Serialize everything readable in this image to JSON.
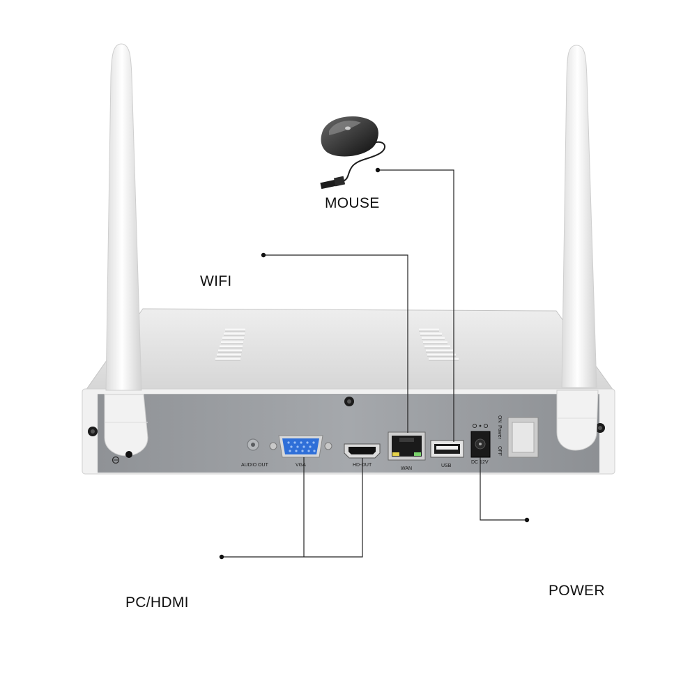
{
  "labels": {
    "mouse": "MOUSE",
    "wifi": "WIFI",
    "pc_hdmi": "PC/HDMI",
    "power": "POWER"
  },
  "ports": {
    "audio_out": "AUDIO OUT",
    "vga": "VGA",
    "hd_out": "HD-OUT",
    "wan": "WAN",
    "usb": "USB",
    "dc": "DC 12V",
    "switch_on": "ON",
    "switch_power": "Power",
    "switch_off": "OFF"
  },
  "icons": {
    "mouse": "computer-mouse-icon",
    "router": "wifi-router-icon",
    "monitor": "monitor-icon",
    "adapter": "power-adapter-icon"
  },
  "colors": {
    "chassis_top": "#e3e3e3",
    "rear_panel": "#9c9fa3",
    "antenna": "#f3f3f3",
    "vga_port": "#2f6fd8",
    "connector_line": "#222222"
  }
}
